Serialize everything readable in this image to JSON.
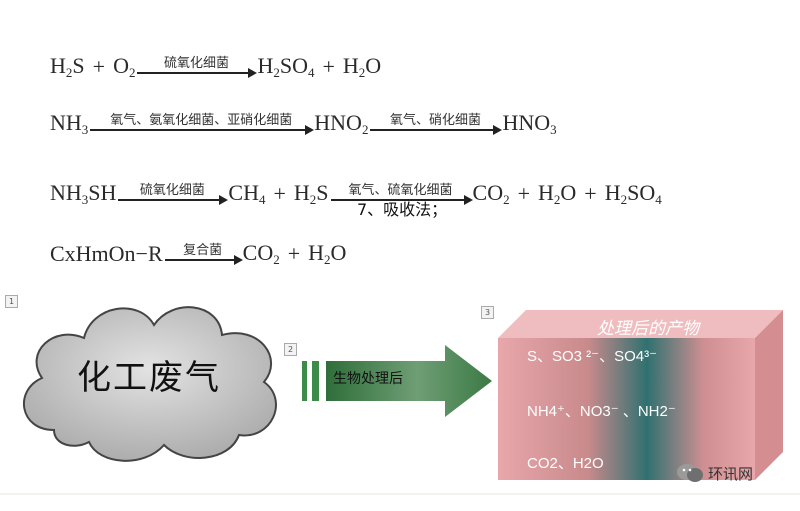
{
  "equations": [
    {
      "id": "eq1",
      "left": [
        {
          "base": "H",
          "sub": "2",
          "rest": "S"
        },
        {
          "plus": true
        },
        {
          "base": "O",
          "sub": "2"
        }
      ],
      "arrows": [
        {
          "label": "硫氧化细菌",
          "products": [
            {
              "base": "H",
              "sub": "2",
              "rest": "SO",
              "sub2": "4"
            },
            {
              "plus": true
            },
            {
              "base": "H",
              "sub": "2",
              "rest": "O"
            }
          ]
        }
      ]
    },
    {
      "id": "eq2",
      "left": [
        {
          "base": "NH",
          "sub": "3"
        }
      ],
      "arrows": [
        {
          "label": "氧气、氨氧化细菌、亚硝化细菌",
          "products": [
            {
              "base": "HNO",
              "sub": "2"
            }
          ]
        },
        {
          "label": "氧气、硝化细菌",
          "products": [
            {
              "base": "HNO",
              "sub": "3"
            }
          ]
        }
      ]
    },
    {
      "id": "eq3",
      "left": [
        {
          "base": "NH",
          "sub": "3",
          "rest": "SH"
        }
      ],
      "arrows": [
        {
          "label": "硫氧化细菌",
          "products": [
            {
              "base": "CH",
              "sub": "4"
            },
            {
              "plus": true
            },
            {
              "base": "H",
              "sub": "2",
              "rest": "S"
            }
          ]
        },
        {
          "label": "氧气、硫氧化细菌",
          "products": [
            {
              "base": "CO",
              "sub": "2"
            },
            {
              "plus": true
            },
            {
              "base": "H",
              "sub": "2",
              "rest": "O"
            },
            {
              "plus": true
            },
            {
              "base": "H",
              "sub": "2",
              "rest": "SO",
              "sub2": "4"
            }
          ]
        }
      ]
    },
    {
      "id": "eq4",
      "left": [
        {
          "base": "CxHmOn−R"
        }
      ],
      "arrows": [
        {
          "label": "复合菌",
          "products": [
            {
              "base": "CO",
              "sub": "2"
            },
            {
              "plus": true
            },
            {
              "base": "H",
              "sub": "2",
              "rest": "O"
            }
          ]
        }
      ]
    }
  ],
  "overlay_text": "7、吸收法；",
  "markers": [
    "1",
    "2",
    "3"
  ],
  "cloud_label": "化工废气",
  "arrow_label": "生物处理后",
  "box_title": "处理后的产物",
  "products": {
    "line1": "S、SO3 ²⁻、SO4³⁻",
    "line2": "NH4⁺、NO3⁻ 、NH2⁻",
    "line3": "CO2、H2O"
  },
  "watermark": {
    "text": "环讯网",
    "icon": "wechat-icon"
  },
  "colors": {
    "cloud": "#c9c9c9",
    "arrow_green": "#3f7a4a",
    "box_pink": "#e6a4a8",
    "box_teal": "#3e7a78"
  }
}
